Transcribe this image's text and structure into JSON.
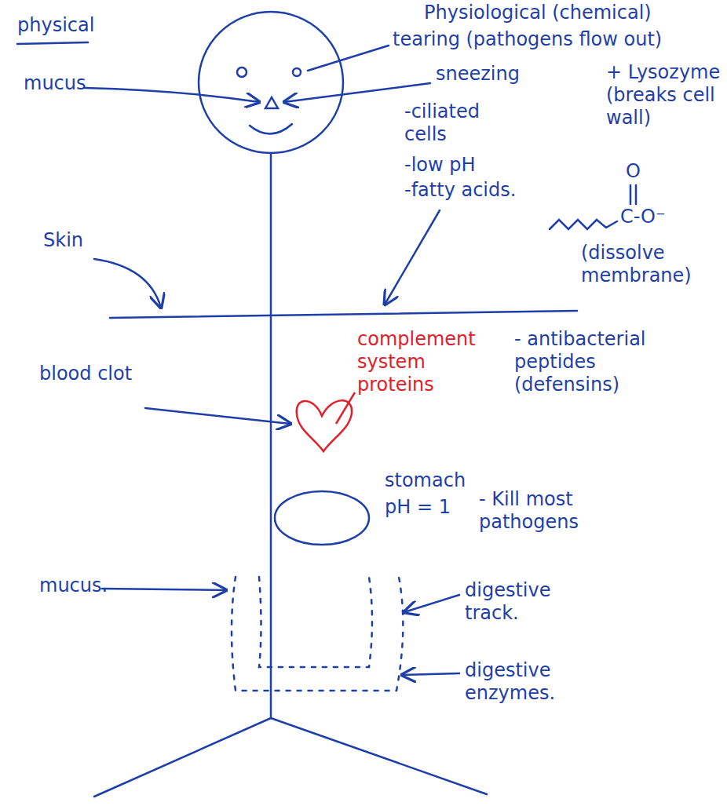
{
  "diagram": {
    "labels": [
      "physical",
      "Physiological (chemical)",
      "tearing (pathogens flow out)",
      "sneezing",
      "+ Lysozyme (breaks cell wall)",
      "mucus",
      "-ciliated cells",
      "-low pH",
      "-fatty acids.",
      "O",
      "C-O⁻",
      "Skin",
      "(dissolve membrane)",
      "complement system proteins",
      "blood clot",
      "- antibacterial peptides (defensins)",
      "stomach",
      "pH = 1",
      "- Kill most pathogens",
      "mucus.",
      "digestive track.",
      "digestive enzymes."
    ]
  }
}
